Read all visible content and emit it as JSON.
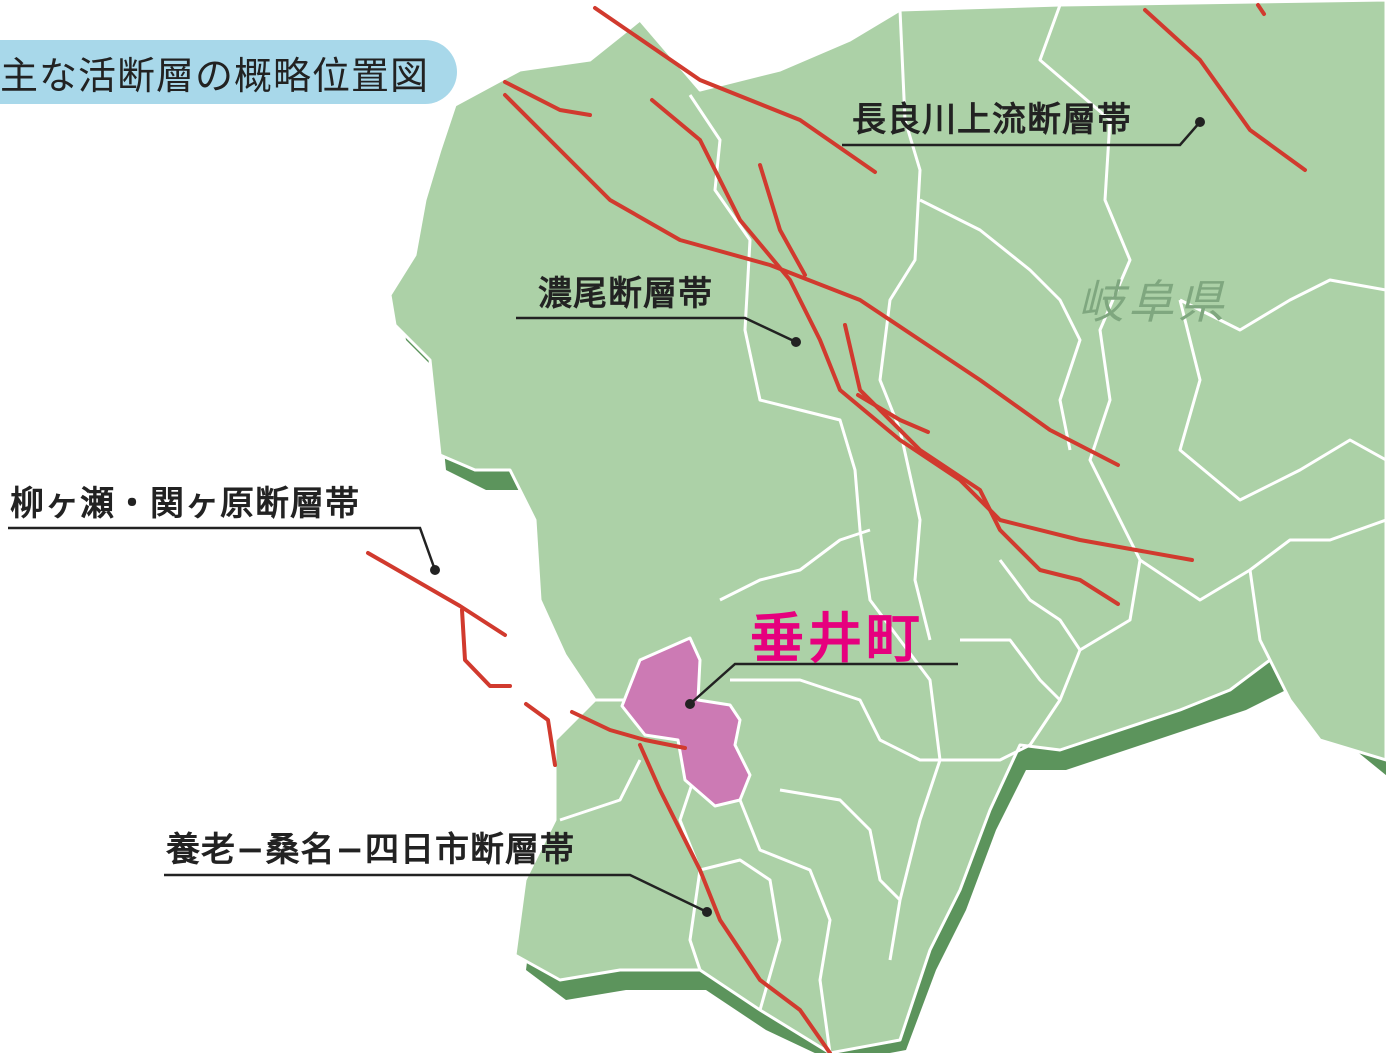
{
  "title": "主な活断層の概略位置図",
  "prefecture_label": "岐阜県",
  "town_label": "垂井町",
  "fault_labels": [
    "長良川上流断層帯",
    "濃尾断層帯",
    "柳ヶ瀬・関ヶ原断層帯",
    "養老−桑名−四日市断層帯"
  ],
  "colors": {
    "land": "#acd1a7",
    "land_shadow": "#5c945c",
    "border": "#ffffff",
    "fault": "#d13a2e",
    "highlight": "#cc7ab4",
    "title_pill": "#a8d8ea",
    "town_text": "#e6007e"
  }
}
